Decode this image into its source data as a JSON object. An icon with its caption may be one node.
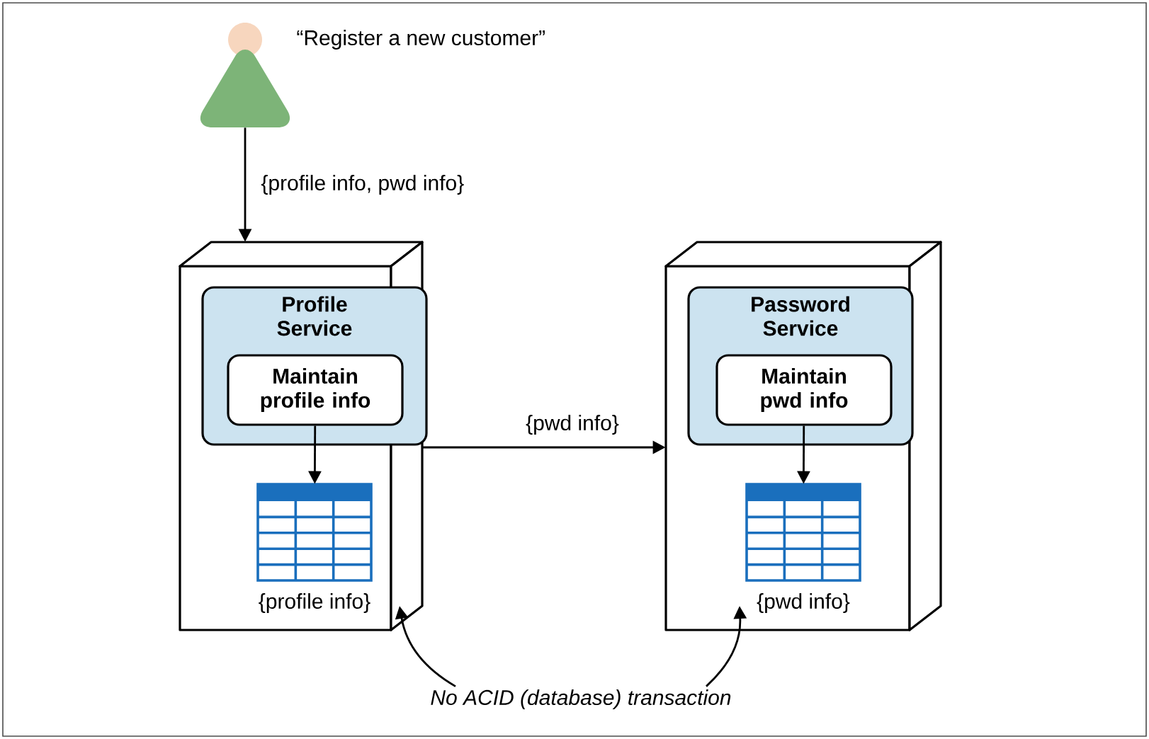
{
  "diagram": {
    "nodes": [
      {
        "text": [],
        "shape": "person",
        "beside": [
          "“Register a new customer”"
        ]
      },
      {
        "text": [],
        "shape": "box"
      },
      {
        "text": [
          "Profile Service"
        ],
        "in": 1
      },
      {
        "text": [
          "Maintain profile info"
        ],
        "in": 2
      },
      {
        "text": [],
        "shape": "table",
        "in": 1,
        "beside": [
          "{profile info}"
        ]
      },
      {
        "text": [],
        "shape": "box"
      },
      {
        "text": [
          "Password Service"
        ],
        "in": 5
      },
      {
        "text": [
          "Maintain pwd info"
        ],
        "in": 6
      },
      {
        "text": [],
        "shape": "table",
        "in": 5,
        "beside": [
          "{pwd info}"
        ]
      },
      {
        "text": [
          "No ACID (database) transaction"
        ]
      }
    ],
    "edges": [
      {
        "from": 0,
        "to": 1,
        "arrow": "to",
        "label": "{profile info, pwd info}"
      },
      {
        "from": 3,
        "to": 4,
        "arrow": "to"
      },
      {
        "from": 1,
        "to": 5,
        "arrow": "to",
        "label": "{pwd info}"
      },
      {
        "from": 7,
        "to": 8,
        "arrow": "to"
      },
      {
        "from": 9,
        "to": 4,
        "arrow": "to"
      },
      {
        "from": 9,
        "to": 8,
        "arrow": "to"
      }
    ]
  }
}
